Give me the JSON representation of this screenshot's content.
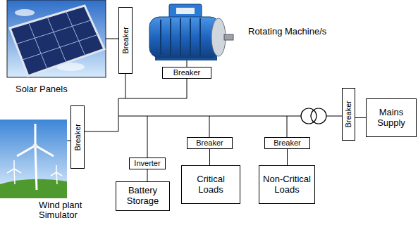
{
  "diagram": {
    "nodes": [
      {
        "text": [
          "Breaker"
        ]
      },
      {
        "text": [
          "Breaker"
        ]
      },
      {
        "text": [
          "Breaker"
        ]
      },
      {
        "text": [
          "Inverter"
        ]
      },
      {
        "text": [
          "Battery Storage"
        ]
      },
      {
        "text": [
          "Breaker"
        ]
      },
      {
        "text": [
          "Critical Loads"
        ]
      },
      {
        "text": [
          "Breaker"
        ]
      },
      {
        "text": [
          "Non-Critical Loads"
        ]
      },
      {
        "text": [
          "Breaker"
        ]
      },
      {
        "text": [
          "Mains Supply"
        ]
      }
    ],
    "edges": [
      {
        "from": 3,
        "to": 4,
        "arrow": "none"
      },
      {
        "from": 5,
        "to": 6,
        "arrow": "none"
      },
      {
        "from": 7,
        "to": 8,
        "arrow": "none"
      },
      {
        "from": 9,
        "to": 10,
        "arrow": "none"
      }
    ],
    "labels": [
      "Solar Panels",
      "Rotating Machine/s",
      "Wind plant Simulator"
    ]
  }
}
